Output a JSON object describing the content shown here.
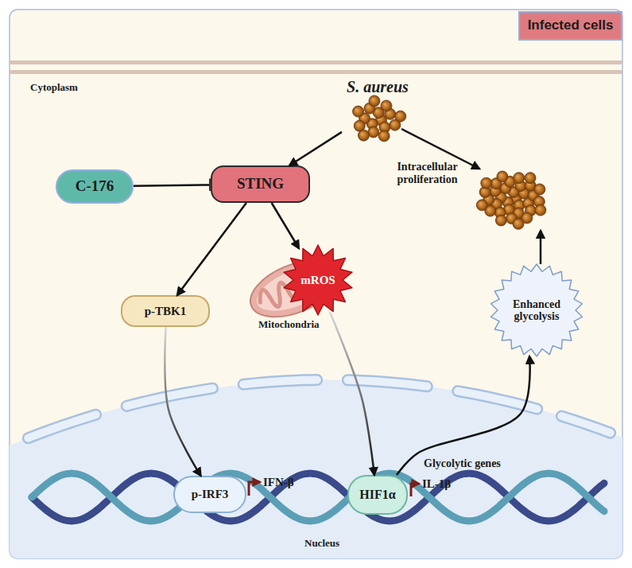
{
  "diagram": {
    "nodes": [
      {
        "text": [
          "Infected cells"
        ]
      },
      {
        "text": [
          "S. aureus"
        ]
      },
      {
        "text": [
          "C-176"
        ]
      },
      {
        "text": [
          "STING"
        ]
      },
      {
        "text": [
          "p-TBK1"
        ]
      },
      {
        "text": [
          "mROS"
        ]
      },
      {
        "text": [
          "Enhanced glycolysis"
        ]
      },
      {
        "text": [
          "p-IRF3"
        ]
      },
      {
        "text": [
          "HIF1α"
        ]
      }
    ],
    "edges": [
      {
        "from": 1,
        "to": 3,
        "arrow": "to"
      },
      {
        "from": 2,
        "to": 3,
        "arrow": "none"
      },
      {
        "from": 3,
        "to": 4,
        "arrow": "to"
      },
      {
        "from": 3,
        "to": 5,
        "arrow": "to"
      },
      {
        "from": 4,
        "to": 7,
        "arrow": "to"
      },
      {
        "from": 5,
        "to": 8,
        "arrow": "to"
      },
      {
        "from": 8,
        "to": 6,
        "label": "Glycolytic genes",
        "arrow": "to"
      }
    ],
    "labels": [
      "Cytoplasm",
      "Intracellular proliferation",
      "Mitochondria",
      "IFN-β",
      "IL-1β",
      "Nucleus"
    ]
  }
}
